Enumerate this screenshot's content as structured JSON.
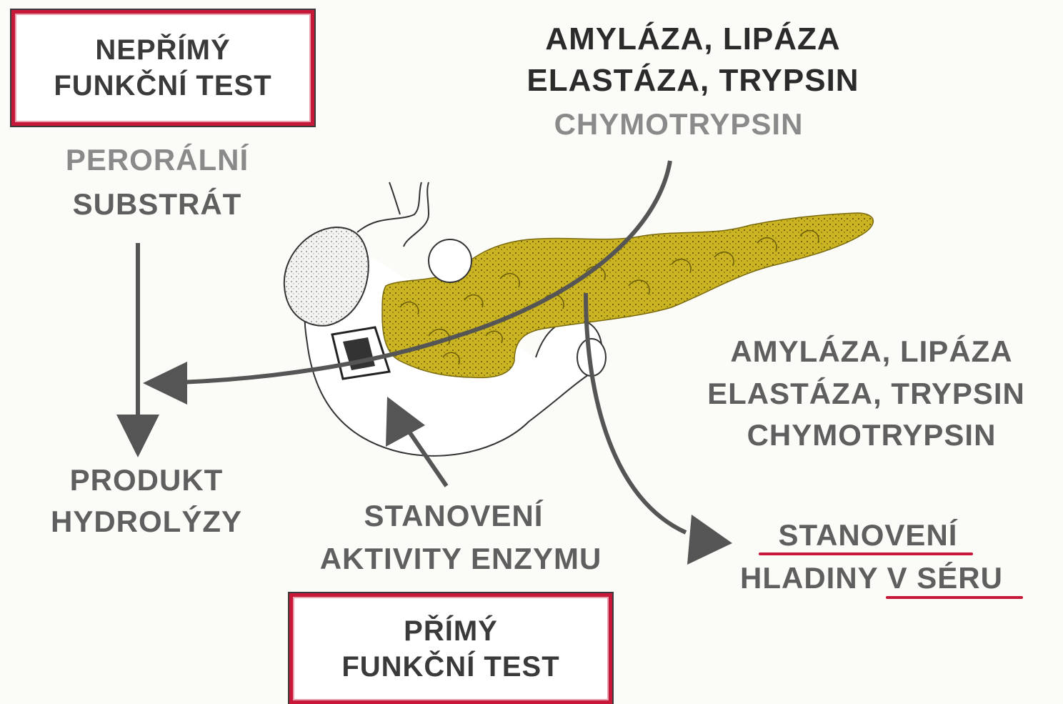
{
  "indirect_test": {
    "line1": "NEPŘÍMÝ",
    "line2": "FUNKČNÍ TEST"
  },
  "direct_test": {
    "line1": "PŘÍMÝ",
    "line2": "FUNKČNÍ TEST"
  },
  "top_enzymes": {
    "line1": "AMYLÁZA, LIPÁZA",
    "line2": "ELASTÁZA, TRYPSIN",
    "line3": "CHYMOTRYPSIN"
  },
  "right_enzymes": {
    "line1": "AMYLÁZA, LIPÁZA",
    "line2": "ELASTÁZA, TRYPSIN",
    "line3": "CHYMOTRYPSIN"
  },
  "oral_substrate": {
    "line1": "PERORÁLNÍ",
    "line2": "SUBSTRÁT"
  },
  "hydrolysis_product": {
    "line1": "PRODUKT",
    "line2": "HYDROLÝZY"
  },
  "enzyme_activity": {
    "line1": "STANOVENÍ",
    "line2": "AKTIVITY ENZYMU"
  },
  "serum_level": {
    "line1": "STANOVENÍ",
    "line2_a": "HLADINY ",
    "line2_b": "V SÉRU"
  },
  "colors": {
    "box_border": "#c8183a",
    "pancreas": "#c9b21a",
    "arrow": "#555555",
    "underline": "#c8183a"
  }
}
